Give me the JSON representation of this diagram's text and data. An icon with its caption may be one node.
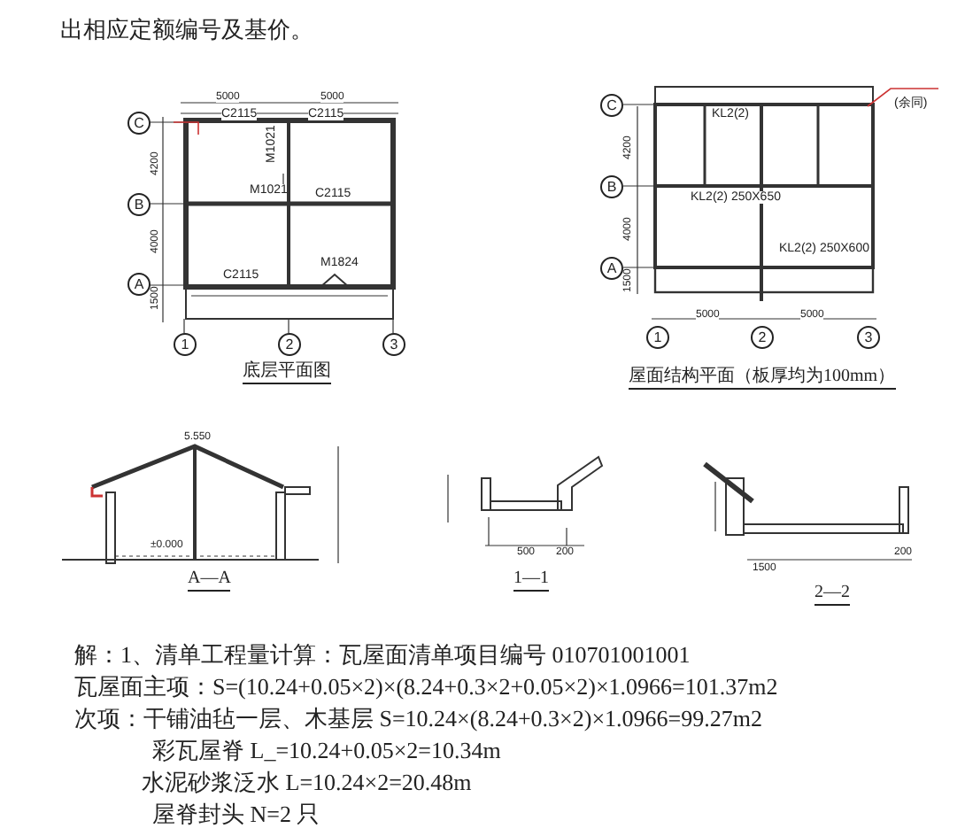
{
  "diagram": {
    "labels": [
      "出相应定额编号及基价。",
      "5000",
      "5000",
      "C2115",
      "C2115",
      "M1021",
      "M1021",
      "C2115",
      "C2115",
      "M1824",
      "4200",
      "4000",
      "1500",
      "C",
      "B",
      "A",
      "1",
      "2",
      "3",
      "底层平面图",
      "KL2(2)",
      "KL2(2) 250X650",
      "KL2(2) 250X600",
      "(余同)",
      "4200",
      "4000",
      "1500",
      "5000",
      "5000",
      "C",
      "B",
      "A",
      "1",
      "2",
      "3",
      "屋面结构平面（板厚均为100mm）",
      "5.550",
      "±0.000",
      "A—A",
      "500",
      "200",
      "1—1",
      "1500",
      "200",
      "2—2",
      "解：1、清单工程量计算：瓦屋面清单项目编号 010701001001",
      "瓦屋面主项：S=(10.24+0.05×2)×(8.24+0.3×2+0.05×2)×1.0966=101.37m2",
      "次项：干铺油毡一层、木基层 S=10.24×(8.24+0.3×2)×1.0966=99.27m2",
      "彩瓦屋脊 L_=10.24+0.05×2=10.34m",
      "水泥砂浆泛水 L=10.24×2=20.48m",
      "屋脊封头 N=2 只"
    ]
  }
}
